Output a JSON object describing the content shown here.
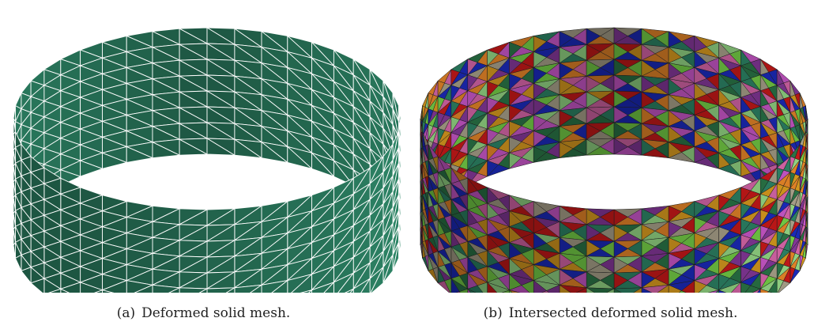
{
  "figure": {
    "subfigures": [
      {
        "tag": "(a)",
        "caption": "Deformed solid mesh.",
        "mesh_style": "uniform",
        "color": "#2f8a6a",
        "edge_color": "#ffffff",
        "columns": 22,
        "rows": 8
      },
      {
        "tag": "(b)",
        "caption": "Intersected deformed solid mesh.",
        "mesh_style": "multicolor",
        "palette": [
          "#d01a1a",
          "#1c2cc4",
          "#e0a020",
          "#7ad84a",
          "#d05ad0",
          "#ee8a2a",
          "#2c7a4a",
          "#b0a890",
          "#8a3aa0",
          "#2f8a6a",
          "#e06ab0",
          "#9ae08a"
        ],
        "edge_color": "#1a1a1a",
        "columns": 22,
        "rows": 8
      }
    ]
  }
}
